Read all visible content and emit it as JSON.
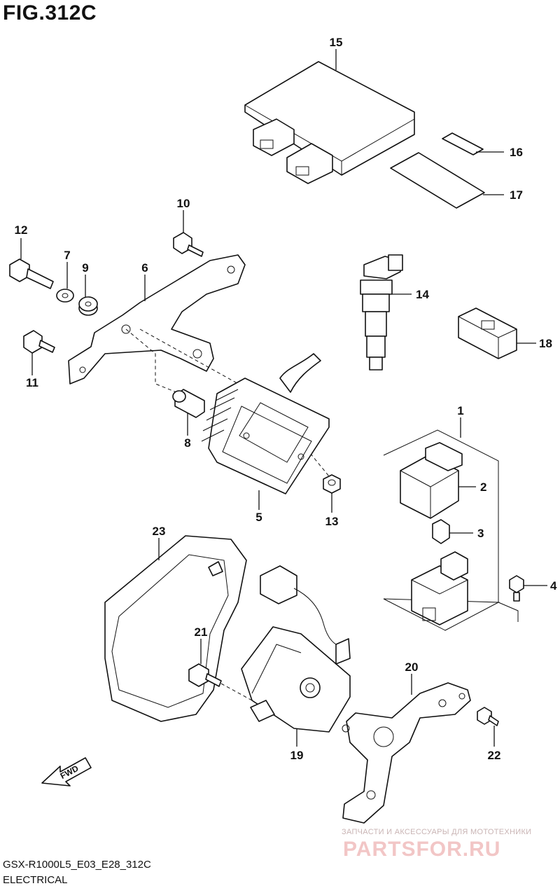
{
  "figure": {
    "title": "FIG.312C"
  },
  "callouts": [
    {
      "id": "c1",
      "label": "1"
    },
    {
      "id": "c2",
      "label": "2"
    },
    {
      "id": "c3",
      "label": "3"
    },
    {
      "id": "c4",
      "label": "4"
    },
    {
      "id": "c5",
      "label": "5"
    },
    {
      "id": "c6",
      "label": "6"
    },
    {
      "id": "c7",
      "label": "7"
    },
    {
      "id": "c8",
      "label": "8"
    },
    {
      "id": "c9",
      "label": "9"
    },
    {
      "id": "c10",
      "label": "10"
    },
    {
      "id": "c11",
      "label": "11"
    },
    {
      "id": "c12",
      "label": "12"
    },
    {
      "id": "c13",
      "label": "13"
    },
    {
      "id": "c14",
      "label": "14"
    },
    {
      "id": "c15",
      "label": "15"
    },
    {
      "id": "c16",
      "label": "16"
    },
    {
      "id": "c17",
      "label": "17"
    },
    {
      "id": "c18",
      "label": "18"
    },
    {
      "id": "c19",
      "label": "19"
    },
    {
      "id": "c20",
      "label": "20"
    },
    {
      "id": "c21",
      "label": "21"
    },
    {
      "id": "c22",
      "label": "22"
    },
    {
      "id": "c23",
      "label": "23"
    }
  ],
  "fwd_label": "FWD",
  "footer": {
    "code": "GSX-R1000L5_E03_E28_312C",
    "section": "ELECTRICAL"
  },
  "watermark": {
    "tagline": "ЗАПЧАСТИ И АКСЕССУАРЫ ДЛЯ МОТОТЕХНИКИ",
    "brand": "PARTSFOR.RU"
  }
}
